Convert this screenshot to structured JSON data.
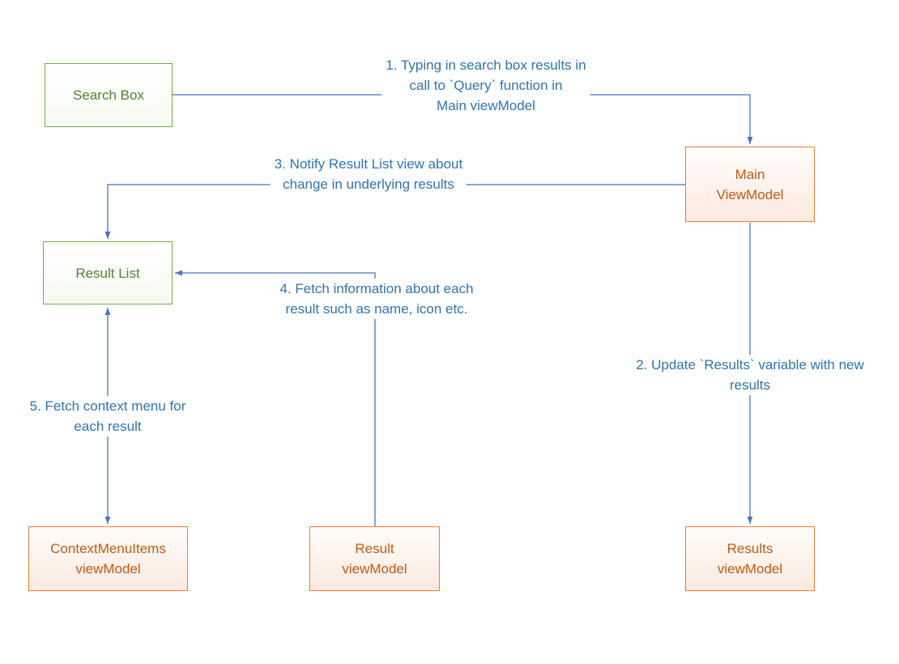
{
  "colors": {
    "canvas_bg": "#ffffff",
    "view_border": "#70AD47",
    "view_text": "#538135",
    "view_fill_top": "#ffffff",
    "view_fill_bottom": "#f6faf2",
    "vm_border": "#ED7D31",
    "vm_text": "#C55A11",
    "vm_fill_top": "#fffdfc",
    "vm_fill_bottom": "#fbe9df",
    "arrow_color": "#4472C4",
    "edge_text": "#2E74B5"
  },
  "nodes": {
    "search_box": {
      "type": "view",
      "lines": [
        "Search Box"
      ]
    },
    "main_viewmodel": {
      "type": "viewmodel",
      "lines": [
        "Main",
        "ViewModel"
      ]
    },
    "result_list": {
      "type": "view",
      "lines": [
        "Result List"
      ]
    },
    "contextmenuitems_viewmodel": {
      "type": "viewmodel",
      "lines": [
        "ContextMenuItems",
        "viewModel"
      ]
    },
    "result_viewmodel": {
      "type": "viewmodel",
      "lines": [
        "Result",
        "viewModel"
      ]
    },
    "results_viewmodel": {
      "type": "viewmodel",
      "lines": [
        "Results",
        "viewModel"
      ]
    }
  },
  "edges": {
    "edge1": {
      "from": "Search Box",
      "to": "Main ViewModel",
      "bidirectional": false,
      "lines": [
        "1. Typing in search box results in",
        "call to `Query` function in",
        "Main viewModel"
      ]
    },
    "edge2": {
      "from": "Main ViewModel",
      "to": "Results viewModel",
      "bidirectional": false,
      "lines": [
        "2. Update `Results` variable with new",
        "results"
      ]
    },
    "edge3": {
      "from": "Main ViewModel",
      "to": "Result List",
      "bidirectional": false,
      "lines": [
        "3. Notify Result List view about",
        "change in underlying results"
      ]
    },
    "edge4": {
      "from": "Result viewModel",
      "to": "Result List",
      "bidirectional": false,
      "lines": [
        "4. Fetch information about each",
        "result such as name, icon etc."
      ]
    },
    "edge5": {
      "from": "Result List",
      "to": "ContextMenuItems viewModel",
      "bidirectional": true,
      "lines": [
        "5. Fetch context menu for",
        "each result"
      ]
    }
  }
}
